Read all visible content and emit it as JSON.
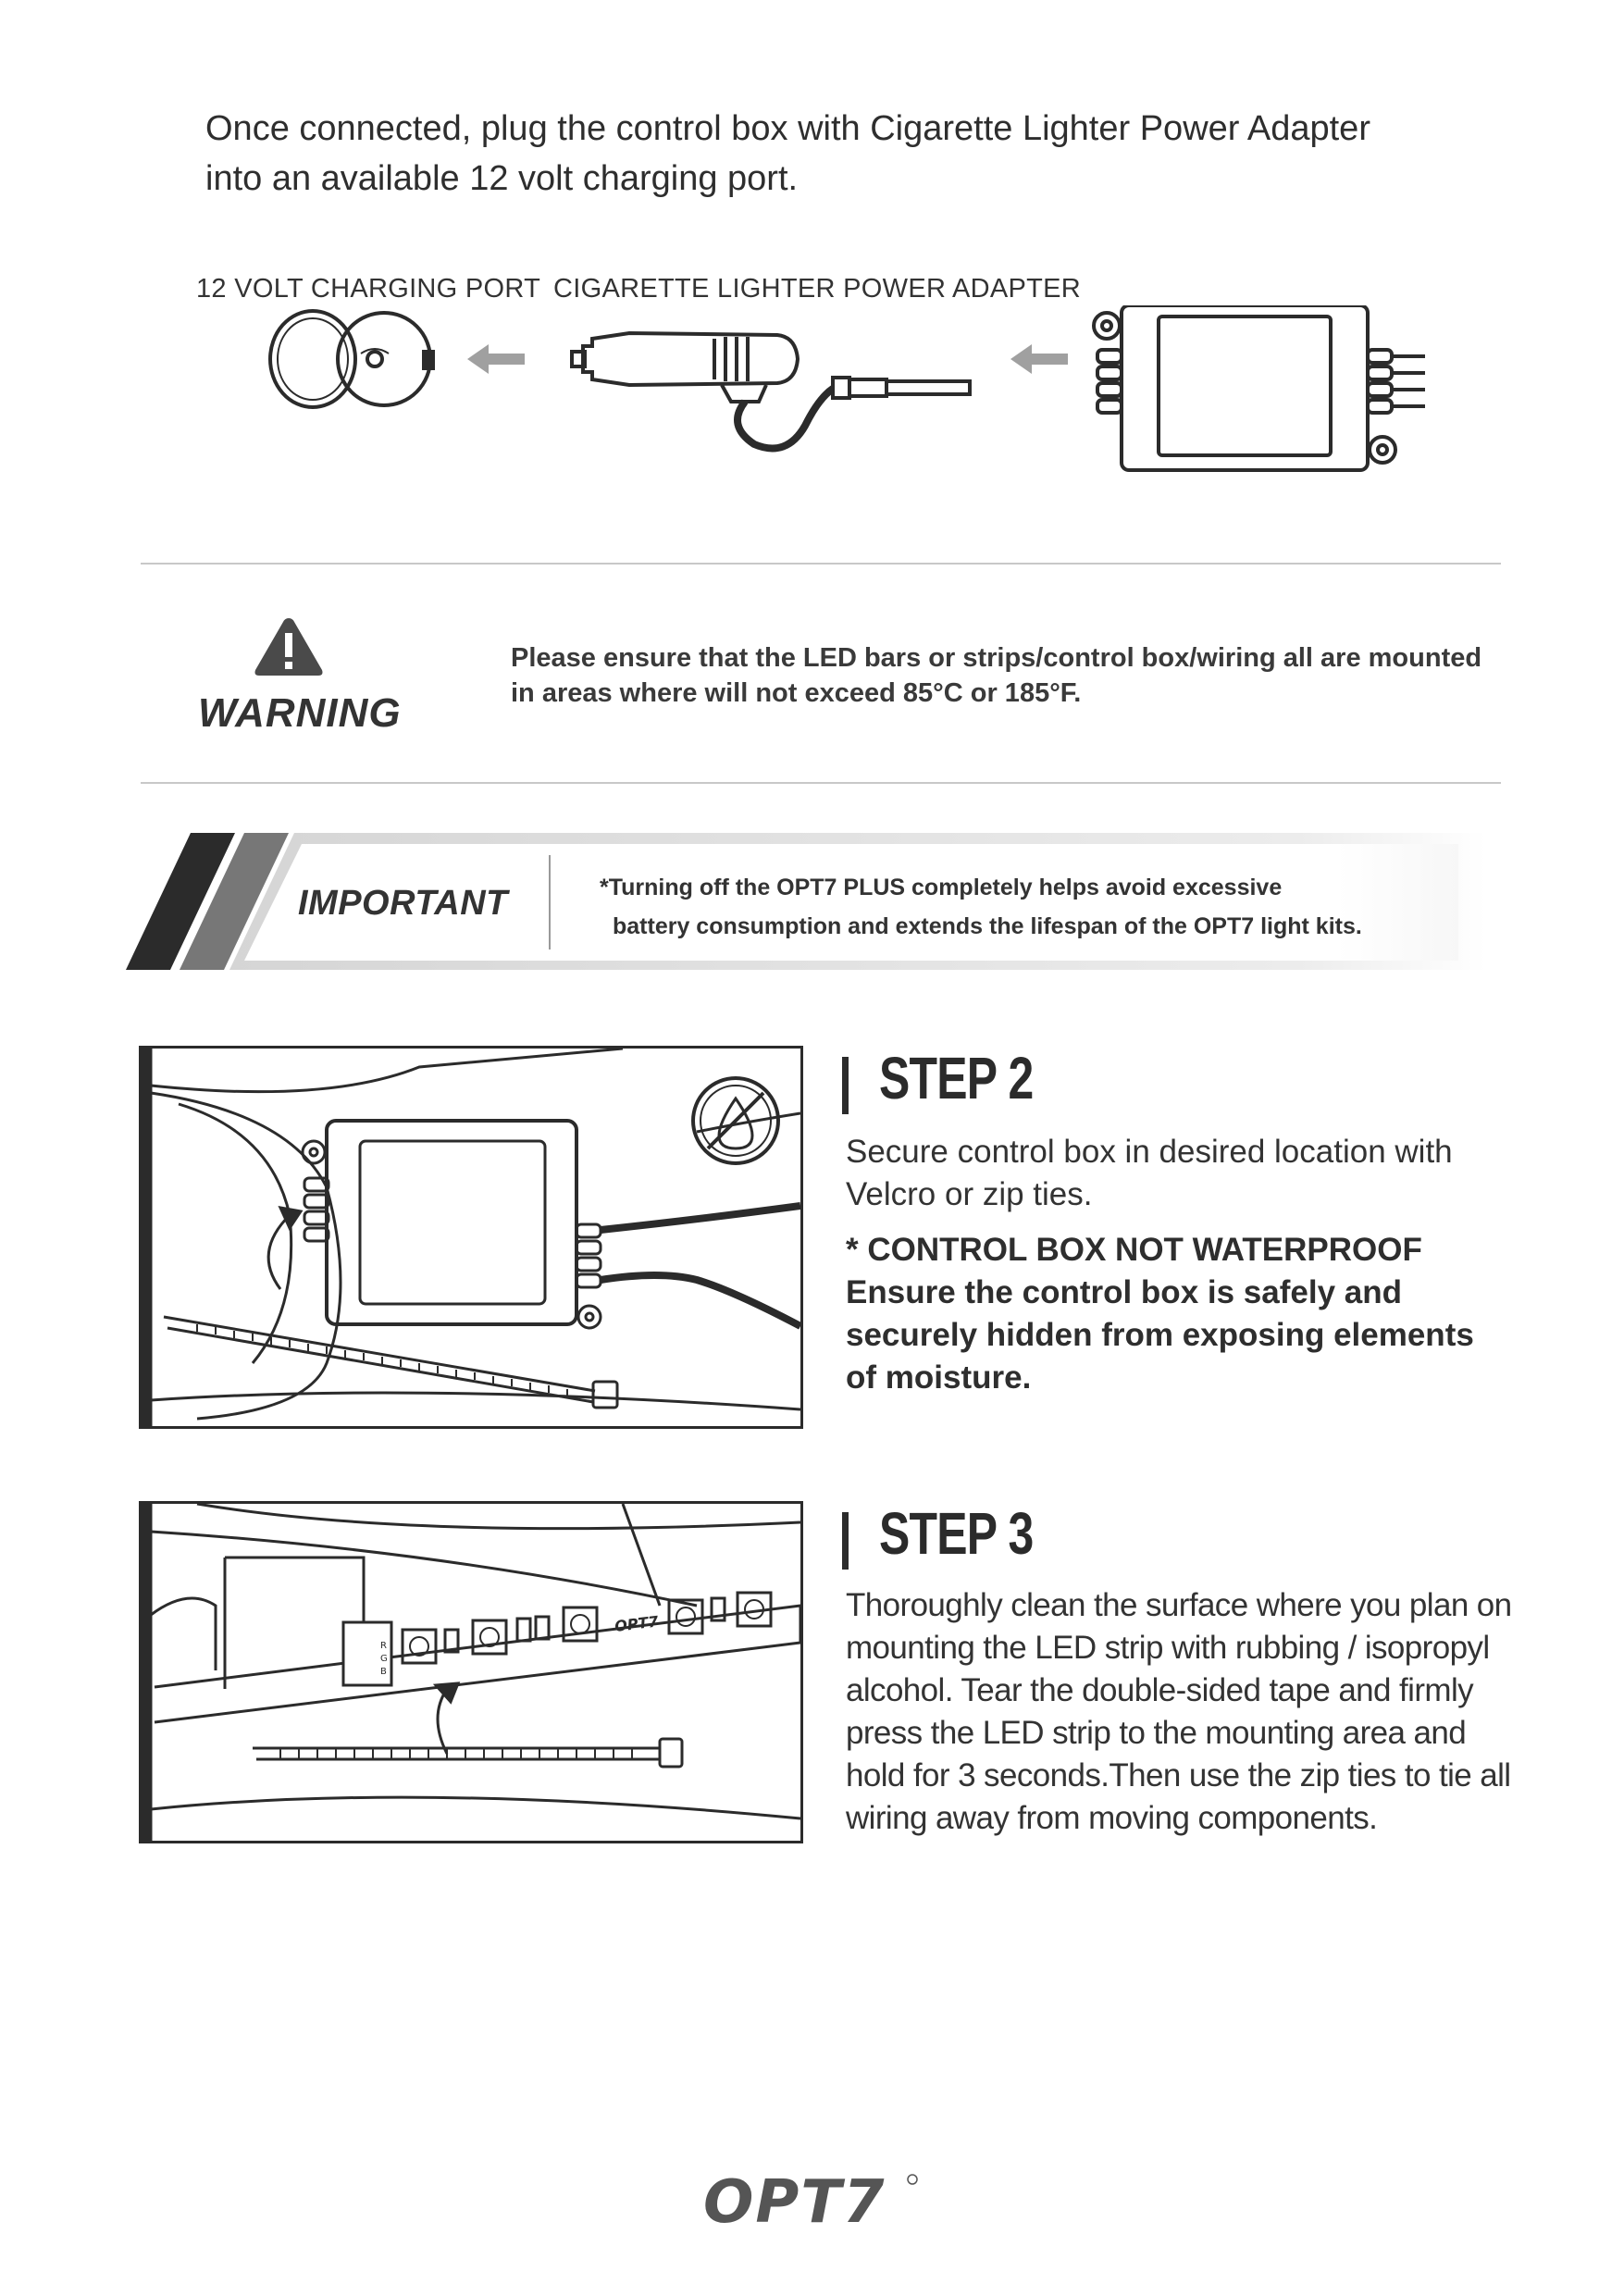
{
  "intro": {
    "line1": "Once connected, plug the control box with Cigarette Lighter Power Adapter",
    "line2": "into an available 12 volt charging port."
  },
  "diagram": {
    "port_label": "12 VOLT CHARGING PORT",
    "adapter_label": "CIGARETTE LIGHTER POWER ADAPTER"
  },
  "warning": {
    "title": "WARNING",
    "line1": "Please ensure that the LED bars or strips/control box/wiring all are mounted",
    "line2": "in areas where will not exceed 85°C or 185°F."
  },
  "important": {
    "title": "IMPORTANT",
    "line1": "*Turning off the OPT7 PLUS completely helps avoid excessive",
    "line2": "battery consumption and extends the  lifespan of the OPT7 light kits."
  },
  "step2": {
    "title": "STEP 2",
    "body_line1": "Secure control box in desired location with",
    "body_line2": "Velcro or zip ties.",
    "note_line1": "*  CONTROL BOX NOT WATERPROOF",
    "note_line2": "Ensure the control box is safely and",
    "note_line3": "securely hidden from exposing elements",
    "note_line4": "of moisture."
  },
  "step3": {
    "title": "STEP 3",
    "line1": "Thoroughly clean the surface where you plan on",
    "line2": "mounting the LED strip with rubbing / isopropyl",
    "line3": "alcohol. Tear the double-sided tape and firmly",
    "line4": "press the LED strip to the mounting area and",
    "line5": "hold for 3 seconds.Then use the zip ties to tie all",
    "line6": "wiring away from moving components.",
    "strip_marking": "OPT7",
    "pin_labels": [
      "R",
      "G",
      "B"
    ]
  },
  "footer": {
    "logo_text": "OPT7"
  },
  "colors": {
    "text": "#2b2b2b",
    "arrow_gray": "#a0a0a0",
    "divider": "#c8c8c8",
    "banner_dark": "#2b2b2b",
    "banner_mid": "#777777"
  },
  "icons": [
    "arrow-left-icon",
    "warning-triangle-icon",
    "no-water-icon",
    "curved-arrow-icon"
  ]
}
